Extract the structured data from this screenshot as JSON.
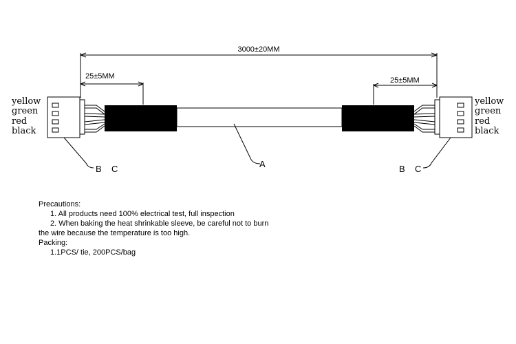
{
  "dimensions": {
    "overall_length": "3000±20MM",
    "left_strip": "25±5MM",
    "right_strip": "25±5MM"
  },
  "wires": {
    "left": [
      "yellow",
      "green",
      "red",
      "black"
    ],
    "right": [
      "yellow",
      "green",
      "red",
      "black"
    ]
  },
  "callouts": {
    "left": {
      "b": "B",
      "c": "C"
    },
    "right": {
      "b": "B",
      "c": "C"
    },
    "cable": "A"
  },
  "notes": {
    "precautions_title": "Precautions:",
    "item1": "1. All products need 100% electrical test, full inspection",
    "item2_line1": "2. When baking the heat shrinkable sleeve, be careful not to burn",
    "item2_line2": "the wire because the temperature is too high.",
    "packing_title": "Packing:",
    "packing_item": "1.1PCS/ tie, 200PCS/bag"
  }
}
